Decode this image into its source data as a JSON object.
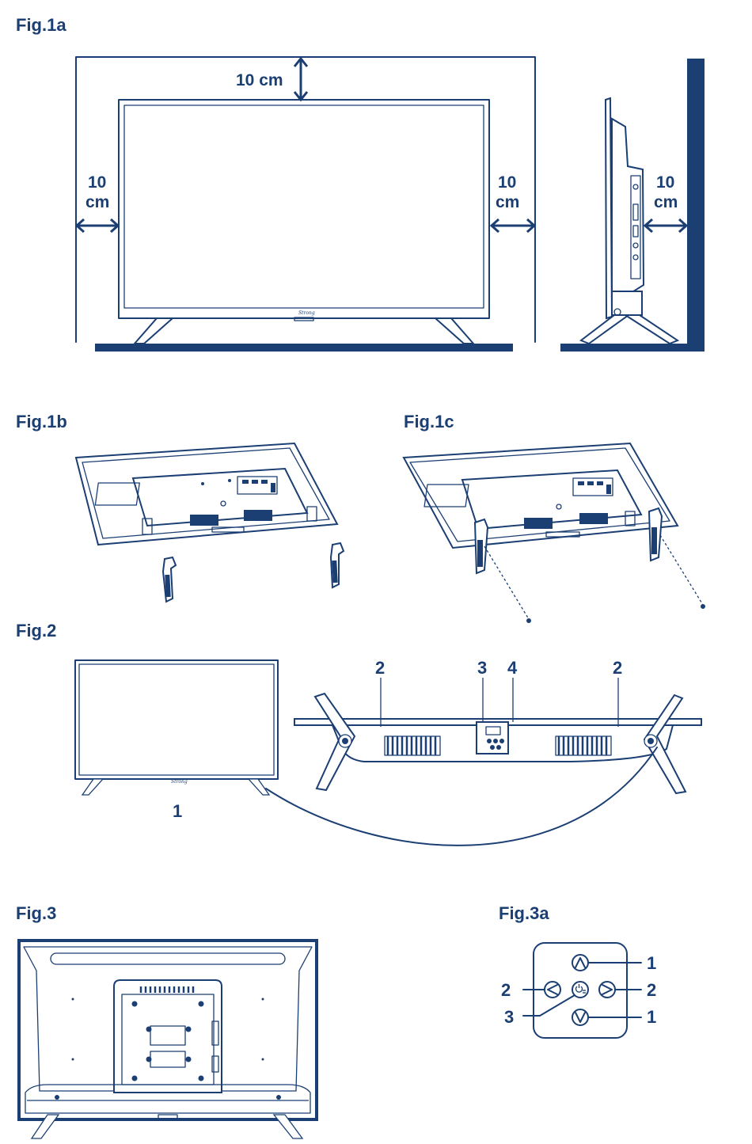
{
  "colors": {
    "ink": "#1b3f73",
    "background": "#ffffff"
  },
  "fig1a": {
    "title": "Fig.1a",
    "top_gap": "10 cm",
    "left_gap_value": "10",
    "left_gap_unit": "cm",
    "right_gap_value": "10",
    "right_gap_unit": "cm",
    "side_gap_value": "10",
    "side_gap_unit": "cm",
    "brand": "Strong"
  },
  "fig1b": {
    "title": "Fig.1b"
  },
  "fig1c": {
    "title": "Fig.1c"
  },
  "fig2": {
    "title": "Fig.2",
    "callouts": [
      "1",
      "2",
      "3",
      "4",
      "2"
    ],
    "brand": "Strong"
  },
  "fig3": {
    "title": "Fig.3"
  },
  "fig3a": {
    "title": "Fig.3a",
    "callouts": [
      "1",
      "2",
      "3",
      "2",
      "1"
    ],
    "icons": [
      "up-arrow",
      "left-arrow",
      "power-source",
      "right-arrow",
      "down-arrow"
    ]
  }
}
